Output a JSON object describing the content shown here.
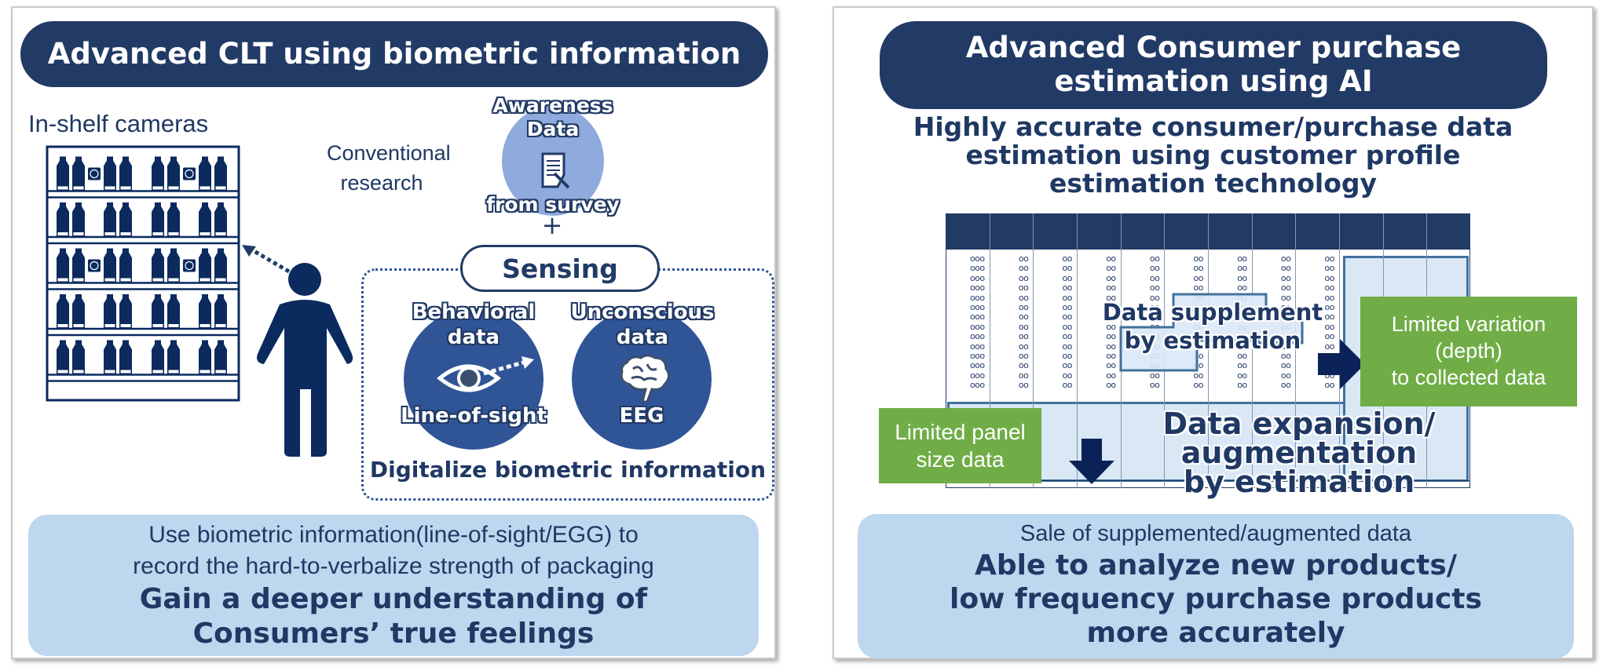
{
  "left": {
    "title": "Advanced CLT using biometric information",
    "shelf_label": "In-shelf cameras",
    "conventional_label_line1": "Conventional",
    "conventional_label_line2": "research",
    "awareness_top_line1": "Awareness",
    "awareness_top_line2": "Data",
    "awareness_bottom": "from survey",
    "plus": "+",
    "sensing_label": "Sensing",
    "behavioral_line1": "Behavioral",
    "behavioral_line2": "data",
    "behavioral_bottom": "Line-of-sight",
    "unconscious_line1": "Unconscious",
    "unconscious_line2": "data",
    "unconscious_bottom": "EEG",
    "digitalize_label": "Digitalize biometric information",
    "bottom_line1": "Use biometric information(line-of-sight/EGG) to",
    "bottom_line2": "record the hard-to-verbalize strength of packaging",
    "bottom_bold1": "Gain a deeper understanding of",
    "bottom_bold2": "Consumers’ true feelings",
    "icons": {
      "shelf": "store-shelf-icon",
      "camera": "camera-icon",
      "person": "person-icon",
      "survey": "survey-document-icon",
      "eye": "eye-icon",
      "brain": "brain-icon"
    }
  },
  "right": {
    "title_line1": "Advanced Consumer purchase",
    "title_line2": "estimation using AI",
    "subtitle_line1": "Highly accurate consumer/purchase data",
    "subtitle_line2": "estimation using customer profile",
    "subtitle_line3": "estimation technology",
    "grid": {
      "columns": 12,
      "first_col_cell": "ooo",
      "other_col_cell": "oo"
    },
    "supplement_line1": "Data supplement",
    "supplement_line2": "by estimation",
    "variation_line1": "Limited variation",
    "variation_line2": "(depth)",
    "variation_line3": "to collected data",
    "panel_line1": "Limited panel",
    "panel_line2": "size data",
    "expansion_line1": "Data expansion/",
    "expansion_line2": "augmentation",
    "expansion_line3": "by estimation",
    "bottom_line1": "Sale of supplemented/augmented data",
    "bottom_bold1": "Able to analyze new products/",
    "bottom_bold2": "low frequency purchase products",
    "bottom_bold3": "more accurately",
    "icons": {
      "right_arrow": "arrow-right-icon",
      "down_arrow": "arrow-down-icon"
    }
  },
  "colors": {
    "navy": "#223a66",
    "medium_blue": "#2f5597",
    "light_circle": "#8faadc",
    "light_box": "#bdd7ee",
    "grid_fill": "#dae8f6",
    "green": "#70ad47"
  }
}
